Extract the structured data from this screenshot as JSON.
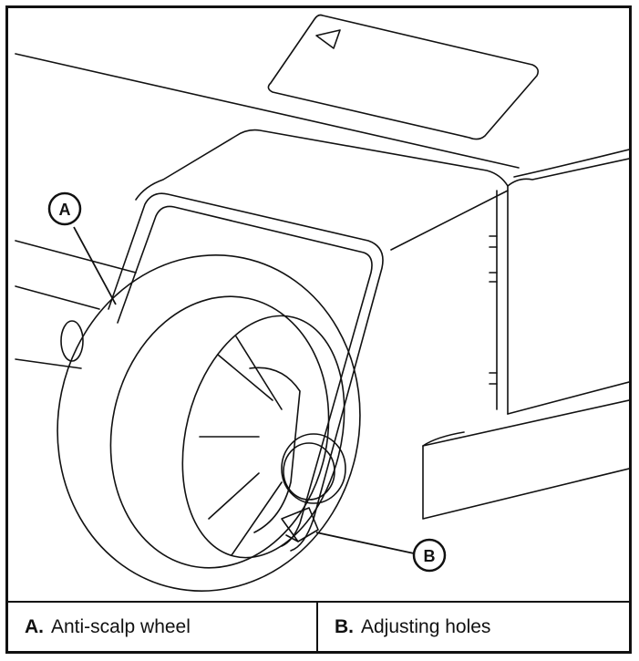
{
  "callouts": [
    {
      "letter": "A"
    },
    {
      "letter": "B"
    }
  ],
  "legend": [
    {
      "letter": "A.",
      "text": "Anti-scalp wheel"
    },
    {
      "letter": "B.",
      "text": "Adjusting holes"
    }
  ]
}
